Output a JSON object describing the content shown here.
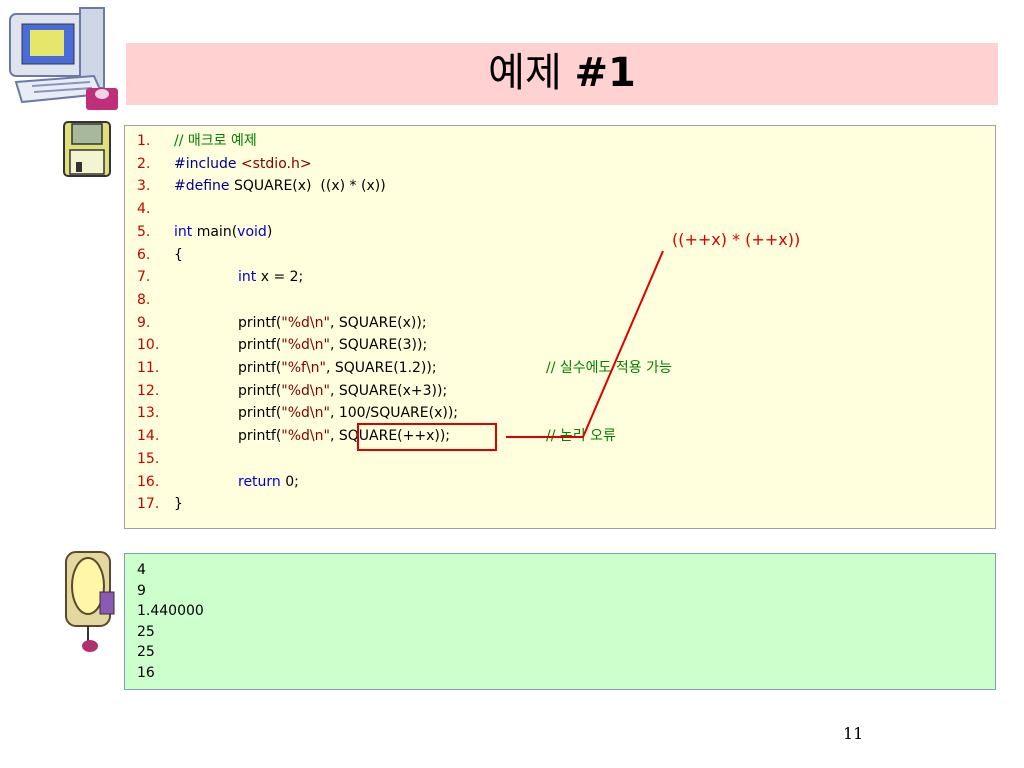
{
  "title": {
    "korean": "예제",
    "number": "#1"
  },
  "code": {
    "lines": [
      {
        "num": "1.",
        "segments": [
          {
            "t": "// 매크로 예제",
            "c": "cm"
          }
        ]
      },
      {
        "num": "2.",
        "segments": [
          {
            "t": "#include ",
            "c": "pp"
          },
          {
            "t": "<stdio.h>",
            "c": "str"
          }
        ]
      },
      {
        "num": "3.",
        "segments": [
          {
            "t": "#define",
            "c": "pp"
          },
          {
            "t": " SQUARE(x)  ((x) * (x))",
            "c": ""
          }
        ]
      },
      {
        "num": "4.",
        "segments": []
      },
      {
        "num": "5.",
        "segments": [
          {
            "t": "int",
            "c": "kw"
          },
          {
            "t": " main(",
            "c": ""
          },
          {
            "t": "void",
            "c": "kw"
          },
          {
            "t": ")",
            "c": ""
          }
        ]
      },
      {
        "num": "6.",
        "segments": [
          {
            "t": "{",
            "c": ""
          }
        ]
      },
      {
        "num": "7.",
        "indent": true,
        "segments": [
          {
            "t": "int",
            "c": "kw"
          },
          {
            "t": " x = 2;",
            "c": ""
          }
        ]
      },
      {
        "num": "8.",
        "segments": []
      },
      {
        "num": "9.",
        "indent": true,
        "segments": [
          {
            "t": "printf(",
            "c": ""
          },
          {
            "t": "\"%d\\n\"",
            "c": "str"
          },
          {
            "t": ", SQUARE(x));",
            "c": ""
          }
        ]
      },
      {
        "num": "10.",
        "indent": true,
        "segments": [
          {
            "t": "printf(",
            "c": ""
          },
          {
            "t": "\"%d\\n\"",
            "c": "str"
          },
          {
            "t": ", SQUARE(3));",
            "c": ""
          }
        ]
      },
      {
        "num": "11.",
        "indent": true,
        "segments": [
          {
            "t": "printf(",
            "c": ""
          },
          {
            "t": "\"%f\\n\"",
            "c": "str"
          },
          {
            "t": ", SQUARE(1.2));",
            "c": ""
          }
        ],
        "comment": "// 실수에도 적용 가능"
      },
      {
        "num": "12.",
        "indent": true,
        "segments": [
          {
            "t": "printf(",
            "c": ""
          },
          {
            "t": "\"%d\\n\"",
            "c": "str"
          },
          {
            "t": ", SQUARE(x+3));",
            "c": ""
          }
        ]
      },
      {
        "num": "13.",
        "indent": true,
        "segments": [
          {
            "t": "printf(",
            "c": ""
          },
          {
            "t": "\"%d\\n\"",
            "c": "str"
          },
          {
            "t": ", 100/SQUARE(x));",
            "c": ""
          }
        ]
      },
      {
        "num": "14.",
        "indent": true,
        "segments": [
          {
            "t": "printf(",
            "c": ""
          },
          {
            "t": "\"%d\\n\"",
            "c": "str"
          },
          {
            "t": ", SQUARE(++x));",
            "c": ""
          }
        ],
        "comment": "// 논리 오류"
      },
      {
        "num": "15.",
        "segments": []
      },
      {
        "num": "16.",
        "indent": true,
        "segments": [
          {
            "t": "return",
            "c": "kw"
          },
          {
            "t": " 0;",
            "c": ""
          }
        ]
      },
      {
        "num": "17.",
        "segments": [
          {
            "t": "}",
            "c": ""
          }
        ]
      }
    ]
  },
  "annotation": "((++x) * (++x))",
  "output": {
    "lines": [
      "4",
      "9",
      "1.440000",
      "25",
      "25",
      "16"
    ]
  },
  "page_number": "11",
  "colors": {
    "title_bg": "#ffd1d1",
    "code_bg": "#ffffdd",
    "output_bg": "#ccffcc",
    "highlight": "#dd0000"
  },
  "icons": [
    "computer-clipart-icon",
    "floppy-disk-clipart-icon",
    "terminal-clipart-icon"
  ]
}
